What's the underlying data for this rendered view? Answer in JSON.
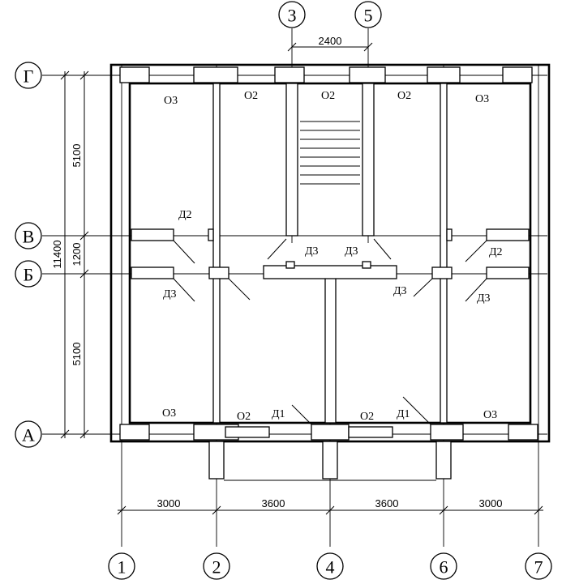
{
  "axes_vertical": [
    "1",
    "2",
    "3",
    "4",
    "5",
    "6",
    "7"
  ],
  "axes_horizontal": [
    "Г",
    "В",
    "Б",
    "А"
  ],
  "dimensions": {
    "top_span": "2400",
    "bottom_spans": [
      "3000",
      "3600",
      "3600",
      "3000"
    ],
    "left_spans": [
      "5100",
      "1200",
      "5100"
    ],
    "overall_height": "11400"
  },
  "windows": {
    "top": [
      "О3",
      "О2",
      "О2",
      "О2",
      "О3"
    ],
    "bottom": [
      "О3",
      "О2",
      "О2",
      "О3"
    ]
  },
  "doors": {
    "d2_left": "Д2",
    "d2_right": "Д2",
    "d3_stair_left": "Д3",
    "d3_stair_right": "Д3",
    "d3_left": "Д3",
    "d3_center": "Д3",
    "d3_right": "Д3",
    "d1_left": "Д1",
    "d1_right": "Д1"
  },
  "colors": {
    "line": "#000000",
    "background": "#ffffff"
  }
}
